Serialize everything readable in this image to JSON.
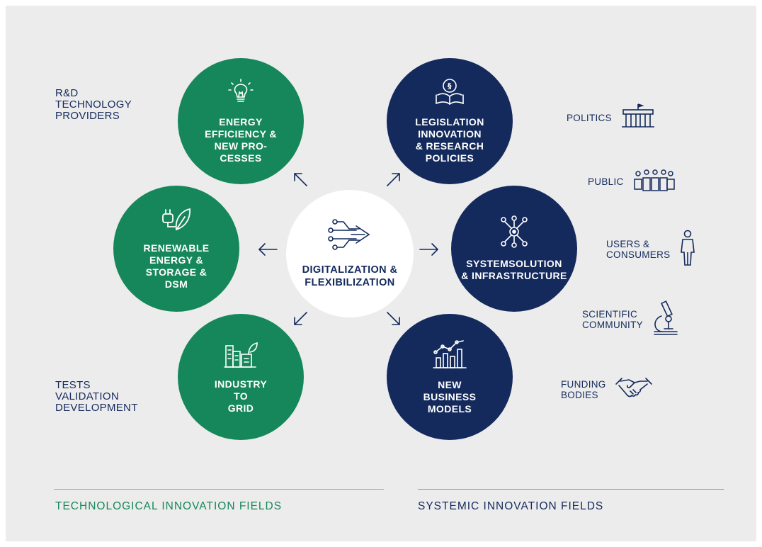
{
  "center": {
    "label": "DIGITALIZATION &\nFLEXIBILIZATION",
    "icon": "circuit-arrow-icon"
  },
  "fields": {
    "energy_efficiency": {
      "label": "ENERGY\nEFFICIENCY &\nNEW PRO-\nCESSES",
      "icon": "lightbulb-icon"
    },
    "renewable": {
      "label": "RENEWABLE\nENERGY &\nSTORAGE &\nDSM",
      "icon": "plug-leaf-icon"
    },
    "industry": {
      "label": "INDUSTRY\nTO\nGRID",
      "icon": "factory-icon"
    },
    "legislation": {
      "label": "LEGISLATION\nINNOVATION\n& RESEARCH\nPOLICIES",
      "icon": "law-book-icon"
    },
    "systemsolution": {
      "label": "SYSTEMSOLUTION\n& INFRASTRUCTURE",
      "icon": "network-icon"
    },
    "business": {
      "label": "NEW\nBUSINESS\nMODELS",
      "icon": "bar-chart-icon"
    }
  },
  "left_labels": {
    "rd": "R&D\nTECHNOLOGY\nPROVIDERS",
    "tests": "TESTS\nVALIDATION\nDEVELOPMENT"
  },
  "stakeholders": {
    "politics": {
      "label": "POLITICS",
      "icon": "government-building-icon"
    },
    "public": {
      "label": "PUBLIC",
      "icon": "crowd-icon"
    },
    "users": {
      "label": "USERS &\nCONSUMERS",
      "icon": "person-icon"
    },
    "scientific": {
      "label": "SCIENTIFIC\nCOMMUNITY",
      "icon": "microscope-icon"
    },
    "funding": {
      "label": "FUNDING\nBODIES",
      "icon": "handshake-icon"
    }
  },
  "footer": {
    "technological": "TECHNOLOGICAL INNOVATION FIELDS",
    "systemic": "SYSTEMIC INNOVATION FIELDS"
  },
  "colors": {
    "green": "#16875a",
    "navy": "#142a5c",
    "background": "#ececec",
    "line_green": "#7dbd9c",
    "line_navy": "#8a97b0"
  }
}
